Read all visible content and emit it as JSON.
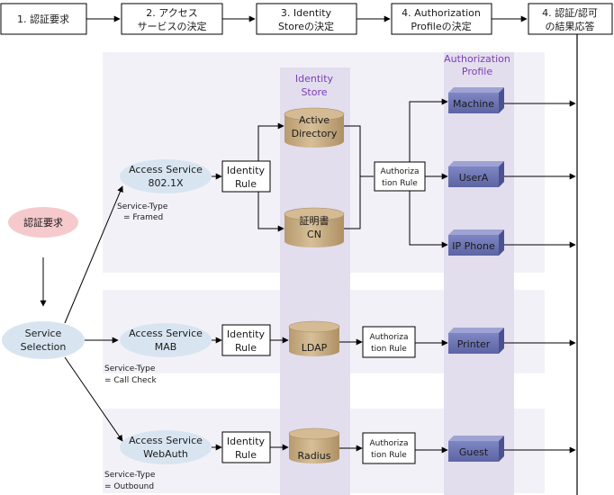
{
  "steps": [
    "1. 認証要求",
    [
      "2. アクセス",
      "サービスの決定"
    ],
    [
      "3. Identity",
      "Storeの決定"
    ],
    [
      "4. Authorization",
      "Profileの決定"
    ],
    [
      "4. 認証/認可",
      "の結果応答"
    ]
  ],
  "column_headers": {
    "identity_store": [
      "Identity",
      "Store"
    ],
    "authorization_profile": [
      "Authorization",
      "Profile"
    ]
  },
  "auth_request": "認証要求",
  "service_selection": [
    "Service",
    "Selection"
  ],
  "access_services": {
    "dot1x": [
      "Access Service",
      "802.1X"
    ],
    "mab": [
      "Access Service",
      "MAB"
    ],
    "webauth": [
      "Access Service",
      "WebAuth"
    ]
  },
  "service_types": {
    "framed": [
      "Service-Type",
      "= Framed"
    ],
    "call_check": [
      "Service-Type",
      "= Call Check"
    ],
    "outbound": [
      "Service-Type",
      "= Outbound"
    ]
  },
  "identity_rule": [
    "Identity",
    "Rule"
  ],
  "authorization_rule": [
    "Authoriza",
    "tion Rule"
  ],
  "stores": {
    "active_directory": [
      "Active",
      "Directory"
    ],
    "cert_cn": [
      "証明書",
      "CN"
    ],
    "ldap": "LDAP",
    "radius": "Radius"
  },
  "profiles": {
    "machine": "Machine",
    "usera": "UserA",
    "ip_phone": "IP Phone",
    "printer": "Printer",
    "guest": "Guest"
  },
  "colors": {
    "lane_bg": "#f3f1f8",
    "column_bg": "#e3deee",
    "ellipse_blue": "#d8e5f1",
    "ellipse_pink": "#f6c9cc",
    "cylinder": "#c9ae86",
    "profile_box": "#6c73b3",
    "header_text": "#7a3fb5"
  }
}
